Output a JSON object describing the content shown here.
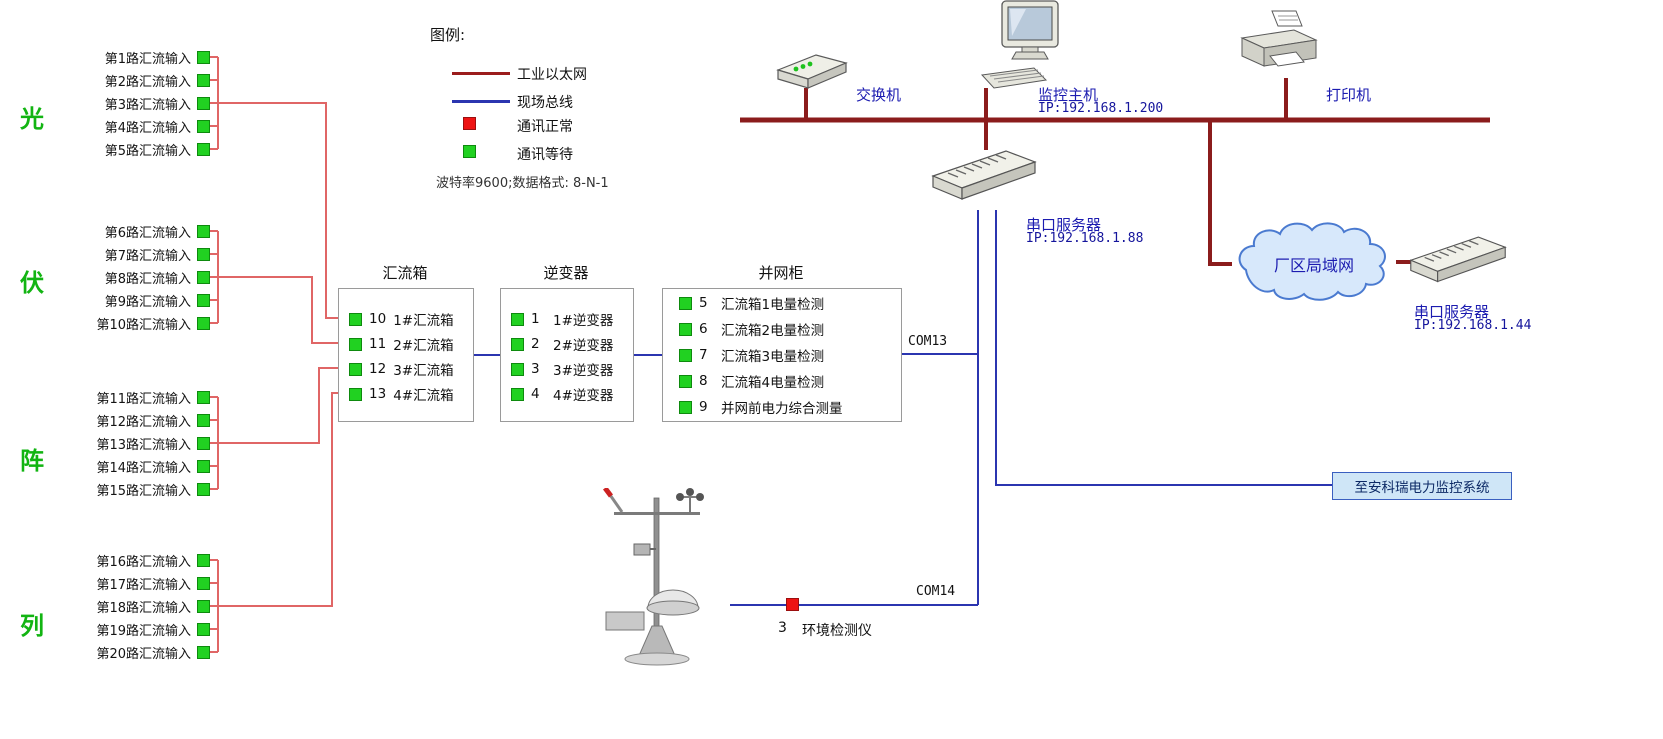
{
  "left_panel": {
    "vertical_title": [
      "光",
      "伏",
      "阵",
      "列"
    ],
    "groups": [
      {
        "inputs": [
          "第1路汇流输入",
          "第2路汇流输入",
          "第3路汇流输入",
          "第4路汇流输入",
          "第5路汇流输入"
        ]
      },
      {
        "inputs": [
          "第6路汇流输入",
          "第7路汇流输入",
          "第8路汇流输入",
          "第9路汇流输入",
          "第10路汇流输入"
        ]
      },
      {
        "inputs": [
          "第11路汇流输入",
          "第12路汇流输入",
          "第13路汇流输入",
          "第14路汇流输入",
          "第15路汇流输入"
        ]
      },
      {
        "inputs": [
          "第16路汇流输入",
          "第17路汇流输入",
          "第18路汇流输入",
          "第19路汇流输入",
          "第20路汇流输入"
        ]
      }
    ]
  },
  "legend": {
    "title": "图例:",
    "items": [
      {
        "type": "line",
        "color": "#9b1c1c",
        "label": "工业以太网"
      },
      {
        "type": "line",
        "color": "#2b35b0",
        "label": "现场总线"
      },
      {
        "type": "square",
        "color": "#ee1313",
        "label": "通讯正常"
      },
      {
        "type": "square",
        "color": "#21d121",
        "label": "通讯等待"
      }
    ],
    "note": "波特率9600;数据格式: 8-N-1"
  },
  "combiner_box": {
    "title": "汇流箱",
    "items": [
      {
        "num": "10",
        "label": "1#汇流箱"
      },
      {
        "num": "11",
        "label": "2#汇流箱"
      },
      {
        "num": "12",
        "label": "3#汇流箱"
      },
      {
        "num": "13",
        "label": "4#汇流箱"
      }
    ]
  },
  "inverter_box": {
    "title": "逆变器",
    "items": [
      {
        "num": "1",
        "label": "1#逆变器"
      },
      {
        "num": "2",
        "label": "2#逆变器"
      },
      {
        "num": "3",
        "label": "3#逆变器"
      },
      {
        "num": "4",
        "label": "4#逆变器"
      }
    ]
  },
  "grid_box": {
    "title": "并网柜",
    "items": [
      {
        "num": "5",
        "label": "汇流箱1电量检测"
      },
      {
        "num": "6",
        "label": "汇流箱2电量检测"
      },
      {
        "num": "7",
        "label": "汇流箱3电量检测"
      },
      {
        "num": "8",
        "label": "汇流箱4电量检测"
      },
      {
        "num": "9",
        "label": "并网前电力综合测量"
      }
    ]
  },
  "network": {
    "switch_label": "交换机",
    "host_label": "监控主机",
    "host_ip": "IP:192.168.1.200",
    "printer_label": "打印机",
    "serial_server1_label": "串口服务器",
    "serial_server1_ip": "IP:192.168.1.88",
    "lan_cloud_label": "厂区局域网",
    "serial_server2_label": "串口服务器",
    "serial_server2_ip": "IP:192.168.1.44",
    "com13_label": "COM13",
    "com14_label": "COM14",
    "acrel_link_label": "至安科瑞电力监控系统"
  },
  "env_station": {
    "num": "3",
    "label": "环境检测仪"
  },
  "colors": {
    "ethernet": "#8b1c1c",
    "fieldbus": "#2b35b0",
    "pv_string": "#e06666",
    "comm_ok": "#ee1313",
    "comm_wait": "#21d121"
  }
}
